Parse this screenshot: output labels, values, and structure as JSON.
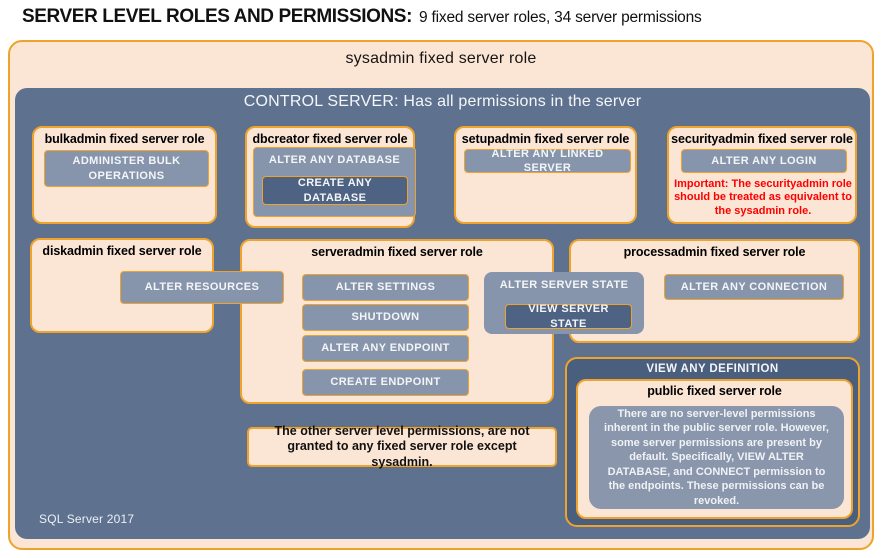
{
  "header": {
    "title_bold": "SERVER LEVEL ROLES AND PERMISSIONS:",
    "title_detail": "9 fixed server roles, 34 server permissions"
  },
  "sysadmin": {
    "title": "sysadmin fixed server role",
    "footer": "SQL Server 2017"
  },
  "control_server": {
    "title": "CONTROL SERVER: Has all permissions in the server"
  },
  "bulkadmin": {
    "title": "bulkadmin fixed server role",
    "permission": "ADMINISTER BULK OPERATIONS"
  },
  "dbcreator": {
    "title": "dbcreator fixed server role",
    "outer_permission": "ALTER ANY DATABASE",
    "inner_permission": "CREATE ANY DATABASE"
  },
  "setupadmin": {
    "title": "setupadmin fixed server role",
    "permission": "ALTER ANY LINKED SERVER"
  },
  "securityadmin": {
    "title": "securityadmin fixed server role",
    "permission": "ALTER ANY LOGIN",
    "warning": "Important: The securityadmin role should be treated as equivalent to the sysadmin role."
  },
  "diskadmin": {
    "title": "diskadmin fixed server role",
    "permission": "ALTER RESOURCES"
  },
  "serveradmin": {
    "title": "serveradmin fixed server role",
    "permissions": [
      "ALTER SETTINGS",
      "SHUTDOWN",
      "ALTER ANY ENDPOINT",
      "CREATE ENDPOINT"
    ],
    "outer_permission": "ALTER SERVER STATE",
    "inner_permission": "VIEW SERVER STATE"
  },
  "processadmin": {
    "title": "processadmin fixed server role",
    "permission": "ALTER ANY CONNECTION"
  },
  "note": {
    "text": "The other server level permissions, are not granted to any fixed server role except sysadmin."
  },
  "view_any_definition": {
    "title": "VIEW ANY DEFINITION"
  },
  "public_role": {
    "title": "public fixed server role",
    "description": "There are no server-level permissions inherent in the public server role. However, some server permissions are present by default. Specifically, VIEW ALTER DATABASE, and CONNECT permission to the endpoints. These permissions can be revoked."
  },
  "colors": {
    "peach_fill": "#FBE5D4",
    "orange_border": "#EFA32B",
    "slate_background": "#5E7290",
    "slate_light_button": "#8795AC",
    "slate_dark_button": "#4E6384",
    "slate_dark_panel": "#4A5E7E",
    "warning_red": "#FE0000"
  }
}
